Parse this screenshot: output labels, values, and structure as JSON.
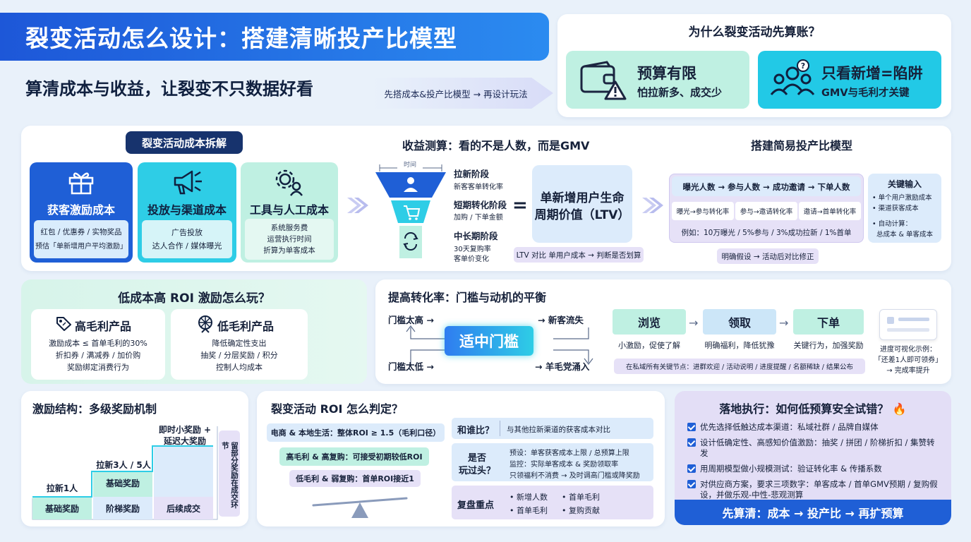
{
  "header": {
    "title": "裂变活动怎么设计：搭建清晰投产比模型",
    "subtitle": "算清成本与收益，让裂变不只数据好看",
    "arrow_text": "先搭成本&投产比模型 → 再设计玩法"
  },
  "why": {
    "title": "为什么裂变活动先算账？",
    "budget": {
      "title": "预算有限",
      "desc": "怕拉新多、成交少"
    },
    "trap": {
      "title": "只看新增=陷阱",
      "desc": "GMV与毛利才关键"
    }
  },
  "cost": {
    "title": "裂变活动成本拆解",
    "cards": [
      {
        "title": "获客激励成本",
        "desc1": "红包 / 优惠券 / 实物奖品",
        "desc2": "预估「单新增用户平均激励」"
      },
      {
        "title": "投放与渠道成本",
        "desc1": "广告投放",
        "desc2": "达人合作 / 媒体曝光"
      },
      {
        "title": "工具与人工成本",
        "desc1": "系统服务费",
        "desc2": "运营执行时间",
        "desc3": "折算为单客成本"
      }
    ]
  },
  "revenue": {
    "title": "收益测算：看的不是人数，而是GMV",
    "time_label": "时间",
    "stages": [
      {
        "title": "拉新阶段",
        "desc": "新客客单转化率"
      },
      {
        "title": "短期转化阶段",
        "desc": "加购 / 下单金额"
      },
      {
        "title": "中长期阶段",
        "desc": "30天复购率",
        "desc2": "客单价变化"
      }
    ],
    "equals": "=",
    "ltv_line1": "单新增用户生命",
    "ltv_line2": "周期价值（LTV）",
    "note": "LTV 对比 单用户成本 → 判断是否划算"
  },
  "model": {
    "title": "搭建简易投产比模型",
    "funnel": "曝光人数 → 参与人数 → 成功邀请 → 下单人数",
    "rates": [
      "曝光→参与转化率",
      "参与→邀请转化率",
      "邀请→首单转化率"
    ],
    "example": "例如：10万曝光 / 5%参与 / 3%成功拉新 / 1%首单",
    "note": "明确假设 → 活动后对比修正",
    "key_title": "关键输入",
    "key_items": [
      "• 单个用户激励成本",
      "• 渠道获客成本"
    ],
    "key_calc": "• 自动计算：",
    "key_calc2": "总成本 & 单客成本"
  },
  "lowcost": {
    "title": "低成本高 ROI 激励怎么玩？",
    "high": {
      "title": "高毛利产品",
      "l1": "激励成本 ≤ 首单毛利的30%",
      "l2": "折扣券 / 满减券 / 加价购",
      "l3": "奖励绑定消费行为"
    },
    "low": {
      "title": "低毛利产品",
      "l1": "降低确定性支出",
      "l2": "抽奖 / 分层奖励 / 积分",
      "l3": "控制人均成本"
    }
  },
  "conversion": {
    "title": "提高转化率：门槛与动机的平衡",
    "too_high": "门槛太高 →",
    "lose": "→ 新客流失",
    "center": "适中门槛",
    "too_low": "门槛太低 →",
    "wool": "→ 羊毛党涌入",
    "steps": [
      {
        "title": "浏览",
        "desc": "小激励，促使了解"
      },
      {
        "title": "领取",
        "desc": "明确福利，降低犹豫"
      },
      {
        "title": "下单",
        "desc": "关键行为，加强奖励"
      }
    ],
    "note": "在私域所有关键节点：进群欢迎 / 活动说明 / 进度提醒 / 名额稀缺 / 结果公布",
    "progress_l1": "进度可视化示例：",
    "progress_l2": "「还差1人即可领券」",
    "progress_l3": "→ 完成率提升"
  },
  "incentive": {
    "title": "激励结构：多级奖励机制",
    "tiers": [
      {
        "top": "拉新1人",
        "base": "基础奖励"
      },
      {
        "top": "拉新3人 / 5人",
        "mid": "基础奖励",
        "base": "阶梯奖励"
      },
      {
        "top": "即时小奖励 +",
        "top2": "延迟大奖励",
        "base": "后续成交"
      }
    ],
    "side": "留部分奖励在成交环节"
  },
  "roi": {
    "title": "裂变活动 ROI 怎么判定？",
    "items": [
      "电商 & 本地生活：整体ROI ≥ 1.5（毛利口径）",
      "高毛利 & 高复购：可接受初期较低ROI",
      "低毛利 & 弱复购：首单ROI接近1"
    ],
    "compare": {
      "q": "和谁比？",
      "a": "与其他拉新渠道的获客成本对比"
    },
    "cover": {
      "q1": "是否",
      "q2": "玩过头？",
      "a1": "预设：单客获客成本上限 / 总预算上限",
      "a2": "监控：实际单客成本 & 奖励领取率",
      "a3": "只领福利不消费 → 及时调高门槛或降奖励"
    },
    "review": {
      "q": "复盘重点",
      "items": [
        "• 新增人数",
        "• 首单毛利",
        "• 首单毛利",
        "• 复购贡献"
      ]
    }
  },
  "execute": {
    "title": "落地执行：如何低预算安全试错？",
    "emoji": "🔥",
    "items": [
      "优先选择低触达成本渠道：私域社群 / 品牌自媒体",
      "设计低确定性、高感知价值激励：抽奖 / 拼团 / 阶梯折扣 / 集赞转发",
      "用周期模型做小规模测试：验证转化率 & 传播系数",
      "对供应商方案，要求三项数字：单客成本 / 首单GMV预期 / 复购假设，并做乐观-中性-悲观测算"
    ],
    "footer": "先算清：成本 → 投产比 → 再扩预算"
  },
  "colors": {
    "primary": "#1f5fd6",
    "cyan": "#22c9e6",
    "mint": "#c9f3e9",
    "lilac": "#e6e1f7"
  }
}
